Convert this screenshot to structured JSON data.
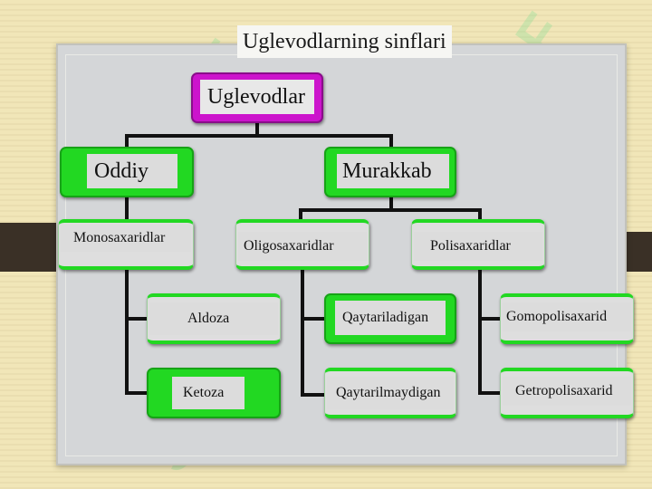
{
  "title": "Uglevodlarning sinflari",
  "colors": {
    "accent_green": "#22d822",
    "root_magenta": "#cc14cc",
    "connector": "#111111"
  },
  "nodes": {
    "root": "Uglevodlar",
    "oddiy": "Oddiy",
    "murakkab": "Murakkab",
    "monosaxaridlar": "Monosaxaridlar",
    "oligosaxaridlar": "Oligosaxaridlar",
    "polisaxaridlar": "Polisaxaridlar",
    "aldoza": "Aldoza",
    "ketoza": "Ketoza",
    "qaytariladigan": "Qaytariladigan",
    "qaytarilmaydigan": "Qaytarilmaydigan",
    "gomopolisaxarid": "Gomopolisaxarid",
    "getropolisaxarid": "Getropolisaxarid"
  },
  "edges": [
    [
      "root",
      "oddiy"
    ],
    [
      "root",
      "murakkab"
    ],
    [
      "oddiy",
      "monosaxaridlar"
    ],
    [
      "murakkab",
      "oligosaxaridlar"
    ],
    [
      "murakkab",
      "polisaxaridlar"
    ],
    [
      "monosaxaridlar",
      "aldoza"
    ],
    [
      "monosaxaridlar",
      "ketoza"
    ],
    [
      "oligosaxaridlar",
      "qaytariladigan"
    ],
    [
      "oligosaxaridlar",
      "qaytarilmaydigan"
    ],
    [
      "polisaxaridlar",
      "gomopolisaxarid"
    ],
    [
      "polisaxaridlar",
      "getropolisaxarid"
    ]
  ]
}
